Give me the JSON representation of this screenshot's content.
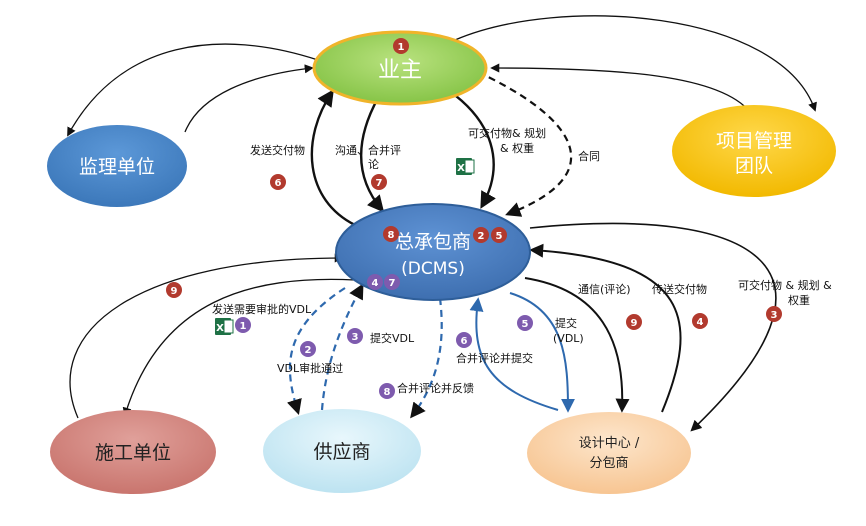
{
  "colors": {
    "owner_fill": "#93CF55",
    "owner_stroke": "#F0B42A",
    "gc_fill": "#4C7EC2",
    "gc_stroke": "#2E5E99",
    "supervisor_fill": "#4A86C8",
    "pm_fill": "#F7C60C",
    "construction_fill": "#D48882",
    "supplier_fill": "#CDEBF5",
    "design_fill": "#FBD7AE",
    "red_badge": "#B23A2E",
    "purple_badge": "#7E5BAE",
    "blue_arrow": "#2E69AE",
    "black_arrow": "#111111"
  },
  "nodes": {
    "owner": "业主",
    "gc_line1": "总承包商",
    "gc_line2": "(DCMS)",
    "supervisor": "监理单位",
    "pm_line1": "项目管理",
    "pm_line2": "团队",
    "construction": "施工单位",
    "supplier": "供应商",
    "design_line1": "设计中心 /",
    "design_line2": "分包商"
  },
  "labels": {
    "send_deliverables": "发送交付物",
    "comm_merge_line1": "沟通、合并评",
    "comm_merge_line2": "论",
    "deliverable_plan_line1": "可交付物& 规划",
    "deliverable_plan_line2": "& 权重",
    "contract": "合同",
    "send_vdl_approval": "发送需要审批的VDL",
    "vdl_approved": "VDL审批通过",
    "submit_vdl": "提交VDL",
    "merge_feedback": "合并评论并反馈",
    "merge_submit": "合并评论并提交",
    "submit_vdl2_line1": "提交",
    "submit_vdl2_line2": "(VDL)",
    "communication": "通信(评论)",
    "transfer_deliverables": "传送交付物",
    "deliverable_plan2_line1": "可交付物 & 规划 &",
    "deliverable_plan2_line2": "权重"
  },
  "badges": {
    "b1": "1",
    "b2": "2",
    "b3": "3",
    "b4": "4",
    "b5": "5",
    "b6": "6",
    "b7": "7",
    "b8": "8",
    "b9": "9"
  },
  "icons": {
    "excel_icon_label": "X"
  }
}
